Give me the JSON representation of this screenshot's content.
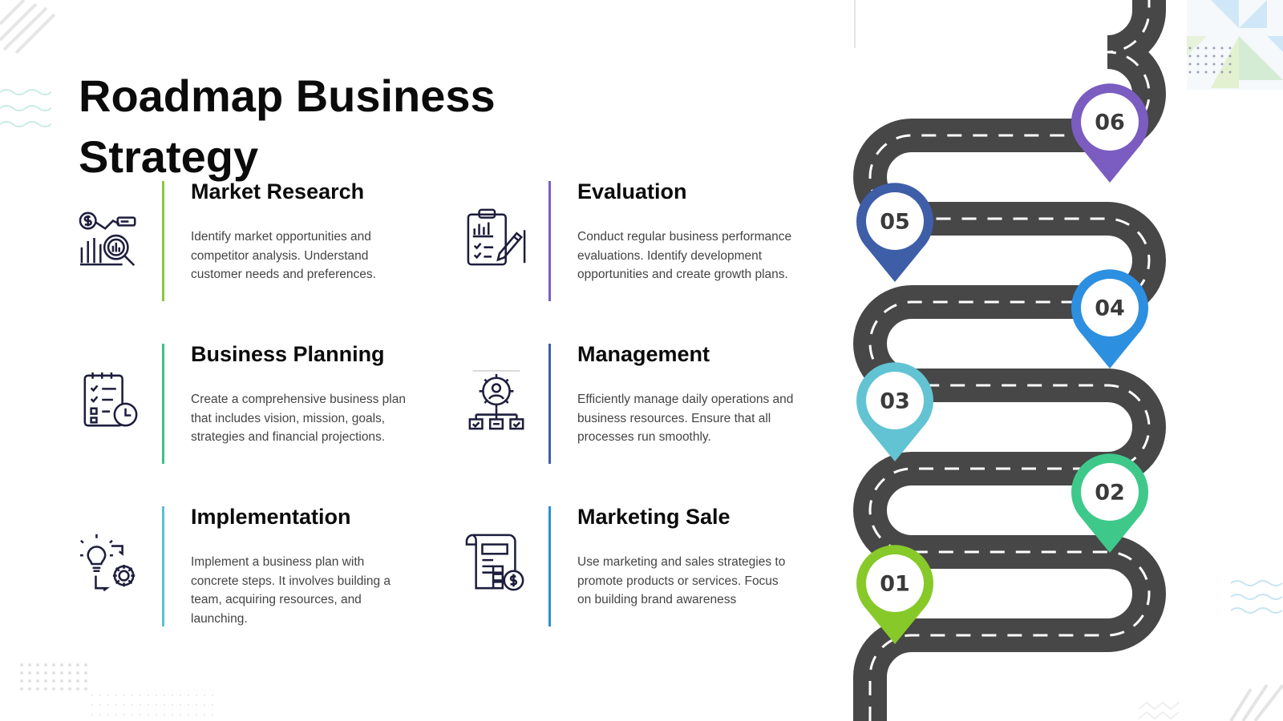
{
  "title": {
    "line1": "Roadmap Business",
    "line2": "Strategy"
  },
  "cards": [
    {
      "heading": "Market Research",
      "desc": "Identify market opportunities and competitor analysis. Understand customer needs and preferences.",
      "icon": "market-research-icon",
      "color": "#8cc63f"
    },
    {
      "heading": "Business Planning",
      "desc": "Create a comprehensive business plan that includes vision, mission, goals, strategies and financial projections.",
      "icon": "checklist-clock-icon",
      "color": "#3cc38a"
    },
    {
      "heading": "Implementation",
      "desc": "Implement a business plan with concrete steps. It involves building a team, acquiring resources, and launching.",
      "icon": "idea-gear-icon",
      "color": "#5bbfcf"
    },
    {
      "heading": "Evaluation",
      "desc": "Conduct regular business performance evaluations. Identify development opportunities and create growth plans.",
      "icon": "clipboard-chart-icon",
      "color": "#7a5fc4"
    },
    {
      "heading": "Management",
      "desc": "Efficiently manage daily operations and business resources. Ensure that all processes run smoothly.",
      "icon": "management-gear-icon",
      "color": "#3f5fa8"
    },
    {
      "heading": "Marketing Sale",
      "desc": "Use marketing and sales strategies to promote products or services. Focus on building brand awareness",
      "icon": "document-dollar-icon",
      "color": "#2b8fd6"
    }
  ],
  "milestones": [
    {
      "label": "01",
      "color": "#86c928"
    },
    {
      "label": "02",
      "color": "#3ec98a"
    },
    {
      "label": "03",
      "color": "#62c3d3"
    },
    {
      "label": "04",
      "color": "#2d8fe0"
    },
    {
      "label": "05",
      "color": "#3e5ea8"
    },
    {
      "label": "06",
      "color": "#7b5cc0"
    }
  ],
  "road_color": "#474747",
  "icon_color": "#1d1e3d"
}
